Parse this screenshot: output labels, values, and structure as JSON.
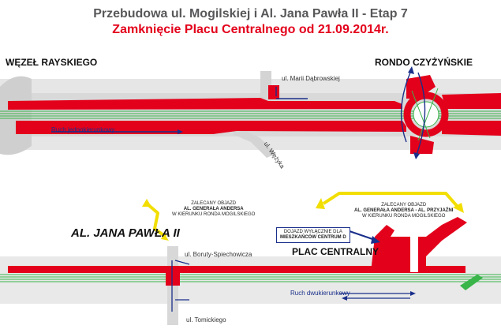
{
  "header": {
    "title": "Przebudowa ul. Mogilskiej i Al. Jana Pawła II - Etap 7",
    "subtitle": "Zamknięcie Placu Centralnego od 21.09.2014r."
  },
  "labels": {
    "wezel": "WĘZEŁ RAYSKIEGO",
    "rondo": "RONDO CZYŻYŃSKIE",
    "aljp2": "AL. JANA PAWŁA II",
    "plac": "PLAC CENTRALNY"
  },
  "streets": {
    "maria": "ul. Marii Dąbrowskiej",
    "wezyka": "ul. Wężyka",
    "boruty": "ul. Boruty-Spiechowicza",
    "tomickiego": "ul. Tomickiego"
  },
  "traffic": {
    "one_way": "Ruch jednokierunkowy",
    "two_way": "Ruch dwukierunkowy"
  },
  "notes": {
    "detour_left": {
      "line1": "ZALECANY OBJAZD",
      "line2": "AL. GENERAŁA ANDERSA",
      "line3": "W KIERUNKU RONDA MOGILSKIEGO"
    },
    "detour_right": {
      "line1": "ZALECANY OBJAZD",
      "line2": "AL. GENERAŁA ANDERSA - AL. PRZYJAŹNI",
      "line3": "W KIERUNKU RONDA MOGILSKIEGO"
    },
    "residents": {
      "line1": "DOJAZD WYŁĄCZNIE DLA",
      "line2": "MIESZKAŃCÓW CENTRUM D"
    }
  },
  "colors": {
    "closed_road": "#e3001b",
    "road_gray": "#d6d6d6",
    "lane_green": "#39b54a",
    "detour_yellow": "#f2de00",
    "traffic_blue": "#1a2f8a"
  }
}
